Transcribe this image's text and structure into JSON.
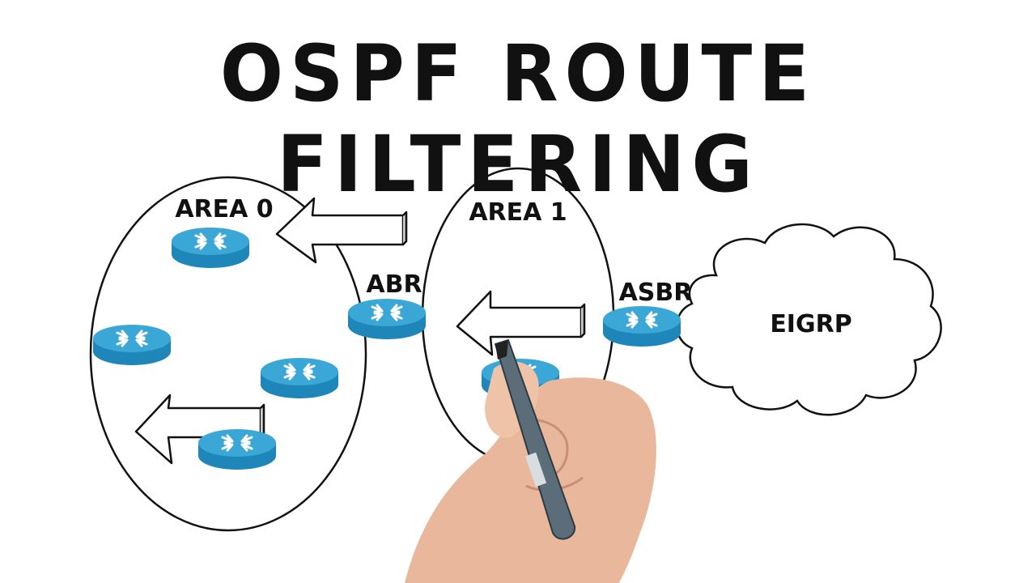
{
  "title": "OSPF ROUTE FILTERING",
  "labels": {
    "area0": "AREA 0",
    "area1": "AREA 1",
    "abr": "ABR",
    "asbr": "ASBR",
    "eigrp": "EIGRP"
  },
  "colors": {
    "router_top": "#3aa7d6",
    "router_side": "#1f86b9",
    "ink": "#111111",
    "skin": "#e9b89c",
    "marker": "#5c6d7a"
  },
  "icons": [
    "router-icon",
    "arrow-icon",
    "cloud-icon",
    "hand-icon",
    "marker-icon"
  ]
}
